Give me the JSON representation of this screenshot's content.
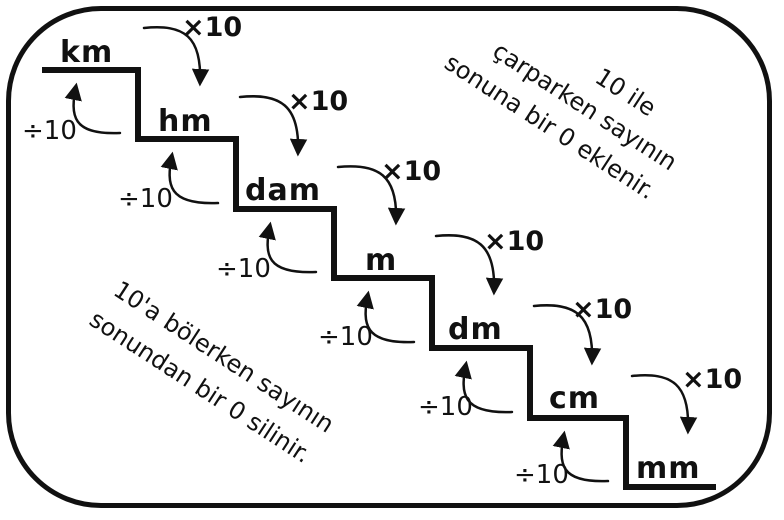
{
  "units": [
    "km",
    "hm",
    "dam",
    "m",
    "dm",
    "cm",
    "mm"
  ],
  "multiply_label": "×10",
  "divide_label": "÷10",
  "note_multiply": {
    "line1": "10 ile",
    "line2": "çarparken sayının",
    "line3": "sonuna bir 0 eklenir."
  },
  "note_divide": {
    "line1": "10'a bölerken sayının",
    "line2": "sonundan bir 0 silinir."
  },
  "colors": {
    "ink": "#111111",
    "background": "#ffffff"
  }
}
